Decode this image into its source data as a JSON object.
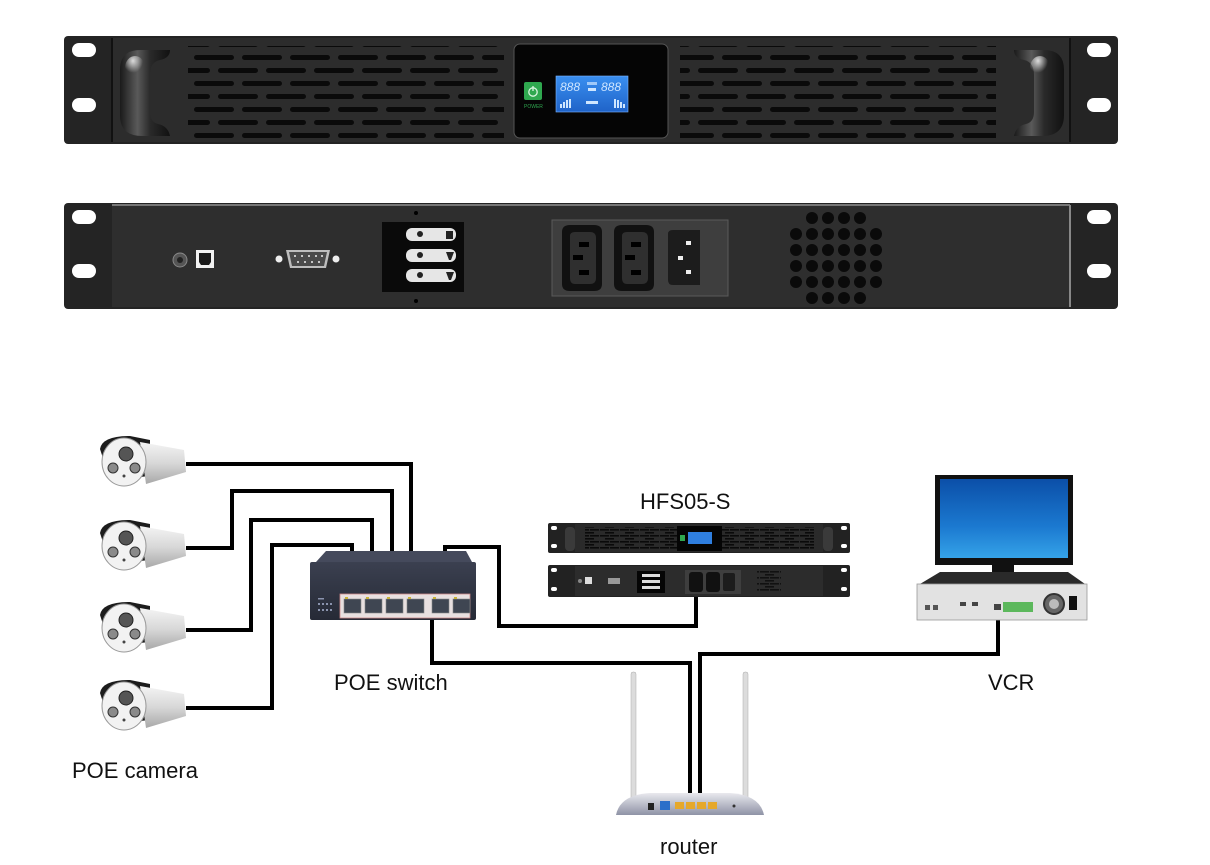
{
  "product": {
    "front_panel": {
      "power_button_label": "POWER",
      "lcd_left_digits": "888",
      "lcd_right_digits": "888",
      "lcd_color": "#2f7fe0",
      "power_color": "#2fa84f"
    },
    "rear_panel": {
      "ports": [
        "dc-jack",
        "usb-b",
        "db9-serial",
        "terminal-block",
        "c13-outlet-1",
        "c13-outlet-2",
        "c14-inlet",
        "fan-vent"
      ]
    }
  },
  "diagram": {
    "labels": {
      "ups": "HFS05-S",
      "switch": "POE switch",
      "camera": "POE camera",
      "router": "router",
      "vcr": "VCR"
    },
    "camera_count": 4,
    "connections": [
      {
        "from": "camera-1",
        "to": "poe-switch-port-4"
      },
      {
        "from": "camera-2",
        "to": "poe-switch-port-3"
      },
      {
        "from": "camera-3",
        "to": "poe-switch-port-2"
      },
      {
        "from": "camera-4",
        "to": "poe-switch-port-1"
      },
      {
        "from": "poe-switch",
        "to": "ups-outlet"
      },
      {
        "from": "poe-switch-uplink",
        "to": "router-lan-2"
      },
      {
        "from": "vcr",
        "to": "router-lan-3"
      }
    ]
  }
}
